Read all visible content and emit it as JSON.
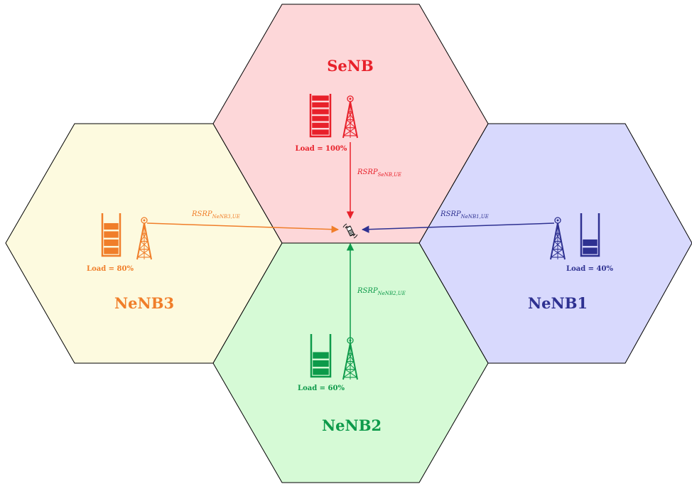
{
  "cells": {
    "senb": {
      "name": "SeNB",
      "load_label": "Load = 100%",
      "load": 1.0,
      "color": "#e8202a",
      "fill": "#fdd7d9"
    },
    "nenb1": {
      "name": "NeNB1",
      "load_label": "Load = 40%",
      "load": 0.4,
      "color": "#2e3191",
      "fill": "#d8d9fd"
    },
    "nenb2": {
      "name": "NeNB2",
      "load_label": "Load = 60%",
      "load": 0.6,
      "color": "#0d9a4a",
      "fill": "#d6fad6"
    },
    "nenb3": {
      "name": "NeNB3",
      "load_label": "Load = 80%",
      "load": 0.8,
      "color": "#f07e2a",
      "fill": "#fdfadf"
    }
  },
  "links": {
    "senb": {
      "label": "RSRP",
      "sub": "SeNB,UE"
    },
    "nenb1": {
      "label": "RSRP",
      "sub": "NeNB1,UE"
    },
    "nenb2": {
      "label": "RSRP",
      "sub": "NeNB2,UE"
    },
    "nenb3": {
      "label": "RSRP",
      "sub": "NeNB3,UE"
    }
  },
  "icons": {
    "tower": "cell-tower-icon",
    "queue": "load-queue-icon",
    "ue": "mobile-phone-icon"
  }
}
